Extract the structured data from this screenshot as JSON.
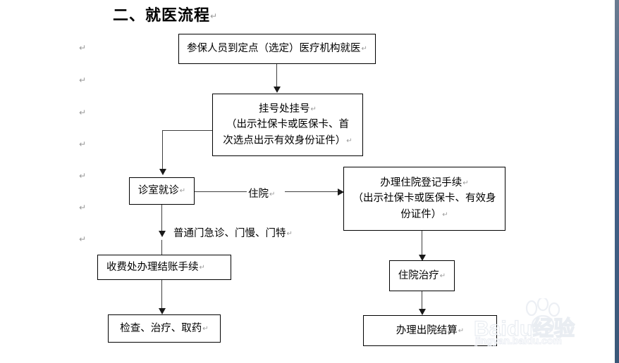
{
  "document": {
    "heading": "二、就医流程",
    "pilcrow": "↵"
  },
  "margin_marks": [
    "↵",
    "↵",
    "↵",
    "↵",
    "↵",
    "↵",
    "↵"
  ],
  "flow": {
    "nodes": [
      {
        "id": "node-patient-visit",
        "name": "node-patient-visit",
        "lines": [
          "参保人员到定点（选定）医疗机构就医"
        ],
        "pilcrow": "↵"
      },
      {
        "id": "node-registration",
        "name": "node-registration",
        "lines": [
          "挂号处挂号",
          "（出示社保卡或医保卡、首",
          "次选点出示有效身份证件）"
        ],
        "pilcrow": "↵"
      },
      {
        "id": "node-consulting-room",
        "name": "node-consulting-room",
        "lines": [
          "诊室就诊"
        ],
        "pilcrow": "↵"
      },
      {
        "id": "node-inpatient-registration",
        "name": "node-inpatient-registration",
        "lines": [
          "办理住院登记手续",
          "（出示社保卡或医保卡、有效身",
          "份证件）"
        ],
        "pilcrow": "↵"
      },
      {
        "id": "node-settlement",
        "name": "node-settlement",
        "lines": [
          "收费处办理结账手续"
        ],
        "pilcrow": "↵"
      },
      {
        "id": "node-inpatient-treatment",
        "name": "node-inpatient-treatment",
        "lines": [
          "住院治疗"
        ],
        "pilcrow": "↵"
      },
      {
        "id": "node-exam-treat-medicine",
        "name": "node-exam-treat-medicine",
        "lines": [
          "检查、治疗、取药"
        ],
        "pilcrow": "↵"
      },
      {
        "id": "node-discharge-settlement",
        "name": "node-discharge-settlement",
        "lines": [
          "办理出院结算"
        ],
        "pilcrow": "↵"
      }
    ],
    "edge_labels": [
      {
        "id": "label-hospitalization",
        "text": "住院",
        "pilcrow": "↵"
      },
      {
        "id": "label-outpatient",
        "text": "普通门急诊、门慢、门特",
        "pilcrow": "↵"
      }
    ]
  },
  "watermark": {
    "brand": "Baidu经验",
    "url": "jingyan.baidu.com"
  },
  "colors": {
    "text": "#000000",
    "border": "#000000",
    "connector": "#3f3f3f",
    "pilcrow": "#9a9a9a",
    "watermark": "#e9edf2",
    "edge_band": "#42618a"
  }
}
